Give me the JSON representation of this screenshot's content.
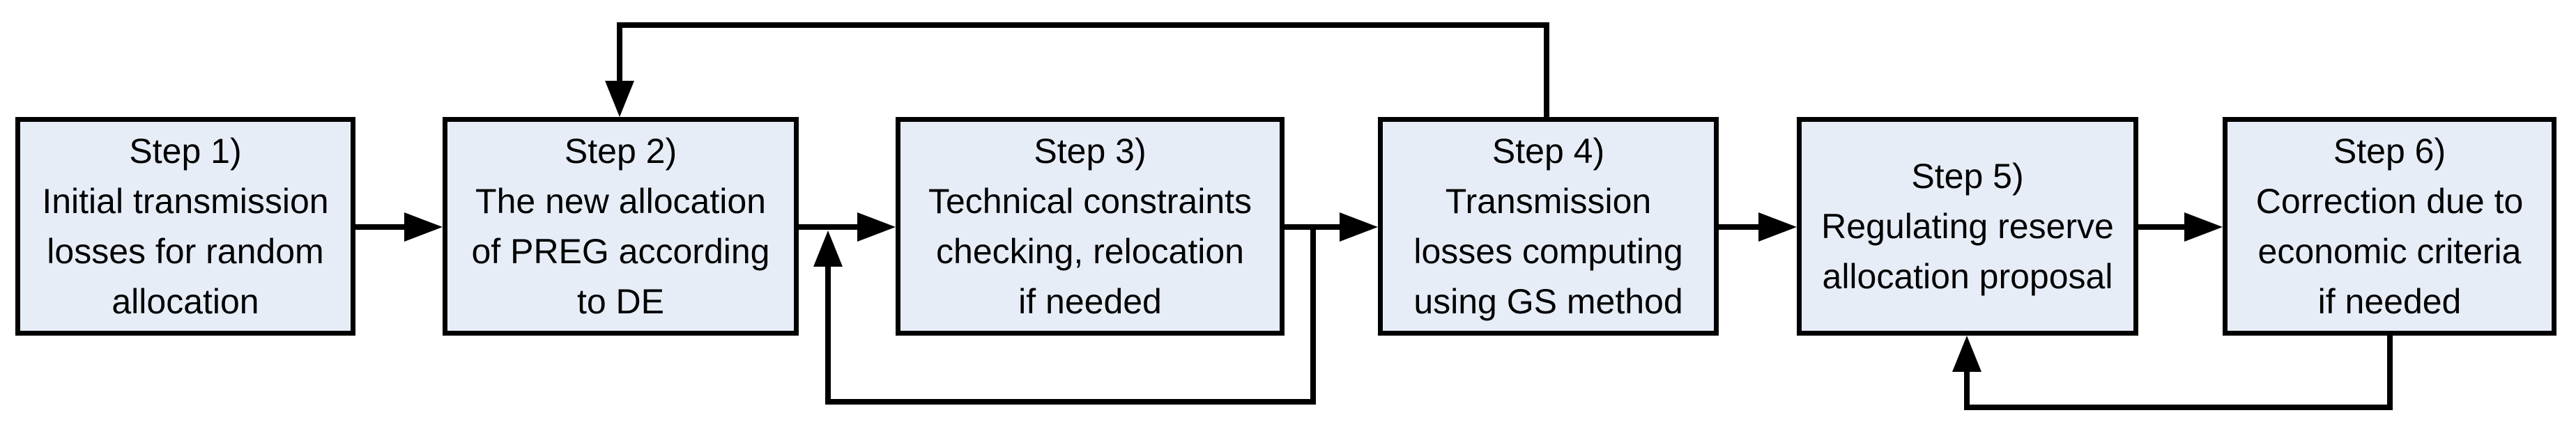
{
  "figure": {
    "type": "flowchart",
    "background_color": "#ffffff",
    "box_fill_color": "#e7edf7",
    "box_border_color": "#000000",
    "arrow_color": "#000000",
    "text_color": "#000000"
  },
  "steps": [
    {
      "id": 1,
      "lines": [
        "Step 1)",
        "Initial transmission",
        "losses for random",
        "allocation"
      ]
    },
    {
      "id": 2,
      "lines": [
        "Step 2)",
        "The new allocation",
        "of PREG according",
        "to DE"
      ]
    },
    {
      "id": 3,
      "lines": [
        "Step 3)",
        "Technical constraints",
        "checking, relocation",
        "if needed"
      ]
    },
    {
      "id": 4,
      "lines": [
        "Step 4)",
        "Transmission",
        "losses computing",
        "using GS method"
      ]
    },
    {
      "id": 5,
      "lines": [
        "Step 5)",
        "Regulating reserve",
        "allocation proposal"
      ]
    },
    {
      "id": 6,
      "lines": [
        "Step 6)",
        "Correction due to",
        "economic criteria",
        "if needed"
      ]
    }
  ],
  "connections": [
    {
      "from": "Step 1",
      "to": "Step 2",
      "type": "forward"
    },
    {
      "from": "Step 2",
      "to": "Step 3",
      "type": "forward"
    },
    {
      "from": "Step 3",
      "to": "Step 4",
      "type": "forward"
    },
    {
      "from": "Step 4",
      "to": "Step 5",
      "type": "forward"
    },
    {
      "from": "Step 5",
      "to": "Step 6",
      "type": "forward"
    },
    {
      "from": "Step 4 top",
      "to": "Step 2 top",
      "type": "feedback-loop-top"
    },
    {
      "from": "Step 3 output connector",
      "to": "Step 3 input connector",
      "type": "feedback-loop-bottom"
    },
    {
      "from": "Step 6 bottom",
      "to": "Step 5 bottom",
      "type": "feedback-loop-bottom"
    }
  ]
}
